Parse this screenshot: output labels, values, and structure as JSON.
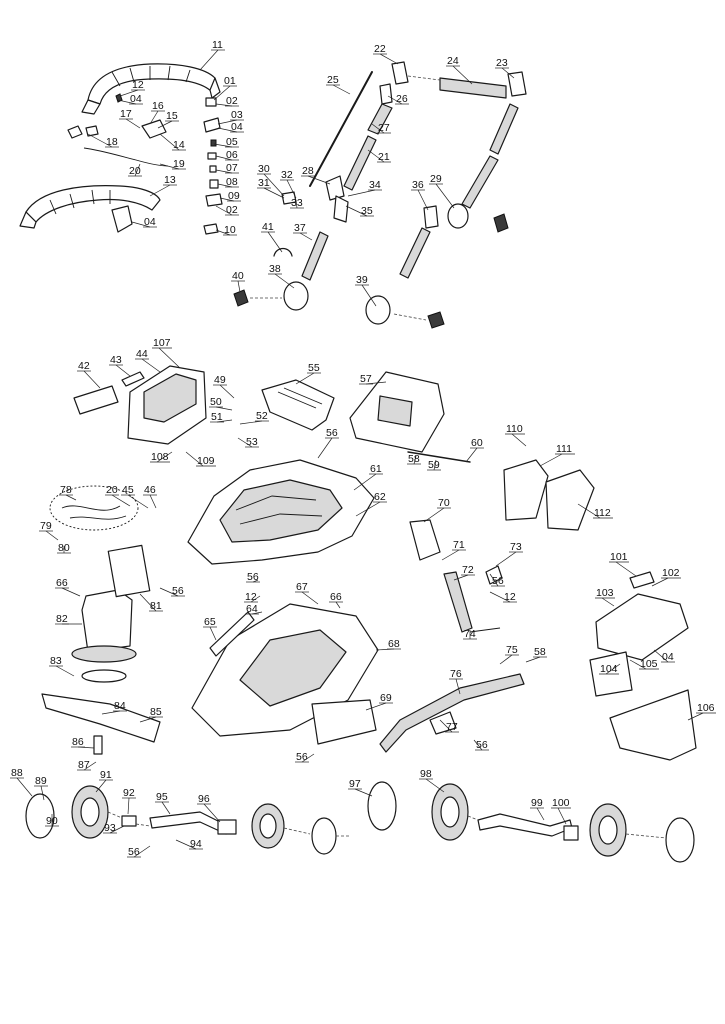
{
  "labels": [
    {
      "t": "11"
    },
    {
      "t": "12"
    },
    {
      "t": "04"
    },
    {
      "t": "01"
    },
    {
      "t": "02"
    },
    {
      "t": "16"
    },
    {
      "t": "17"
    },
    {
      "t": "15"
    },
    {
      "t": "03"
    },
    {
      "t": "04"
    },
    {
      "t": "18"
    },
    {
      "t": "14"
    },
    {
      "t": "05"
    },
    {
      "t": "06"
    },
    {
      "t": "19"
    },
    {
      "t": "07"
    },
    {
      "t": "20"
    },
    {
      "t": "13"
    },
    {
      "t": "08"
    },
    {
      "t": "09"
    },
    {
      "t": "02"
    },
    {
      "t": "04"
    },
    {
      "t": "10"
    },
    {
      "t": "22"
    },
    {
      "t": "24"
    },
    {
      "t": "23"
    },
    {
      "t": "25"
    },
    {
      "t": "26"
    },
    {
      "t": "27"
    },
    {
      "t": "21"
    },
    {
      "t": "30"
    },
    {
      "t": "32"
    },
    {
      "t": "31"
    },
    {
      "t": "33"
    },
    {
      "t": "28"
    },
    {
      "t": "34"
    },
    {
      "t": "35"
    },
    {
      "t": "36"
    },
    {
      "t": "29"
    },
    {
      "t": "41"
    },
    {
      "t": "37"
    },
    {
      "t": "40"
    },
    {
      "t": "38"
    },
    {
      "t": "39"
    },
    {
      "t": "107"
    },
    {
      "t": "42"
    },
    {
      "t": "43"
    },
    {
      "t": "44"
    },
    {
      "t": "55"
    },
    {
      "t": "57"
    },
    {
      "t": "49"
    },
    {
      "t": "50"
    },
    {
      "t": "51"
    },
    {
      "t": "52"
    },
    {
      "t": "53"
    },
    {
      "t": "108"
    },
    {
      "t": "109"
    },
    {
      "t": "56"
    },
    {
      "t": "60"
    },
    {
      "t": "58"
    },
    {
      "t": "59"
    },
    {
      "t": "110"
    },
    {
      "t": "111"
    },
    {
      "t": "112"
    },
    {
      "t": "78"
    },
    {
      "t": "20"
    },
    {
      "t": "45"
    },
    {
      "t": "46"
    },
    {
      "t": "61"
    },
    {
      "t": "62"
    },
    {
      "t": "79"
    },
    {
      "t": "80"
    },
    {
      "t": "70"
    },
    {
      "t": "71"
    },
    {
      "t": "73"
    },
    {
      "t": "72"
    },
    {
      "t": "56"
    },
    {
      "t": "12"
    },
    {
      "t": "74"
    },
    {
      "t": "81"
    },
    {
      "t": "56"
    },
    {
      "t": "66"
    },
    {
      "t": "56"
    },
    {
      "t": "67"
    },
    {
      "t": "12"
    },
    {
      "t": "66"
    },
    {
      "t": "64"
    },
    {
      "t": "82"
    },
    {
      "t": "65"
    },
    {
      "t": "68"
    },
    {
      "t": "101"
    },
    {
      "t": "102"
    },
    {
      "t": "103"
    },
    {
      "t": "104"
    },
    {
      "t": "105"
    },
    {
      "t": "04"
    },
    {
      "t": "83"
    },
    {
      "t": "75"
    },
    {
      "t": "58"
    },
    {
      "t": "76"
    },
    {
      "t": "69"
    },
    {
      "t": "84"
    },
    {
      "t": "85"
    },
    {
      "t": "77"
    },
    {
      "t": "56"
    },
    {
      "t": "106"
    },
    {
      "t": "86"
    },
    {
      "t": "56"
    },
    {
      "t": "87"
    },
    {
      "t": "88"
    },
    {
      "t": "89"
    },
    {
      "t": "91"
    },
    {
      "t": "90"
    },
    {
      "t": "92"
    },
    {
      "t": "93"
    },
    {
      "t": "95"
    },
    {
      "t": "96"
    },
    {
      "t": "56"
    },
    {
      "t": "94"
    },
    {
      "t": "97"
    },
    {
      "t": "98"
    },
    {
      "t": "99"
    },
    {
      "t": "100"
    }
  ]
}
